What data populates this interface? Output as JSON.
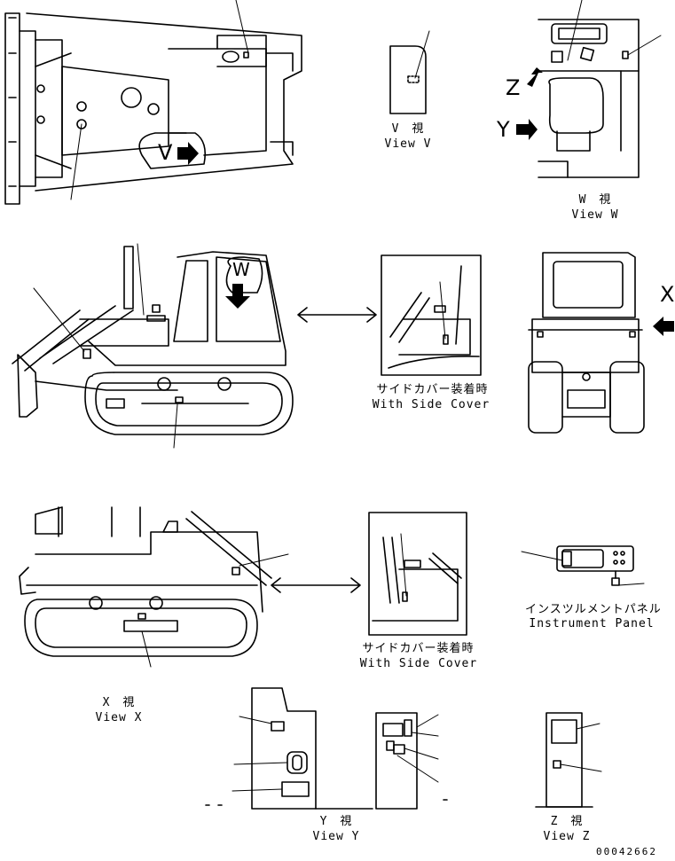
{
  "views": {
    "v": {
      "jp": "V　視",
      "en": "View V",
      "marker": "V"
    },
    "w": {
      "jp": "W　視",
      "en": "View W",
      "marker": "W"
    },
    "x": {
      "jp": "X　視",
      "en": "View X",
      "marker": "X"
    },
    "y": {
      "jp": "Y　視",
      "en": "View Y",
      "marker": "Y"
    },
    "z": {
      "jp": "Z　視",
      "en": "View Z",
      "marker": "Z"
    }
  },
  "side_cover": {
    "jp": "サイドカバー装着時",
    "en": "With Side Cover"
  },
  "instrument_panel": {
    "jp": "インスツルメントパネル",
    "en": "Instrument Panel"
  },
  "sheet_number": "00042662"
}
